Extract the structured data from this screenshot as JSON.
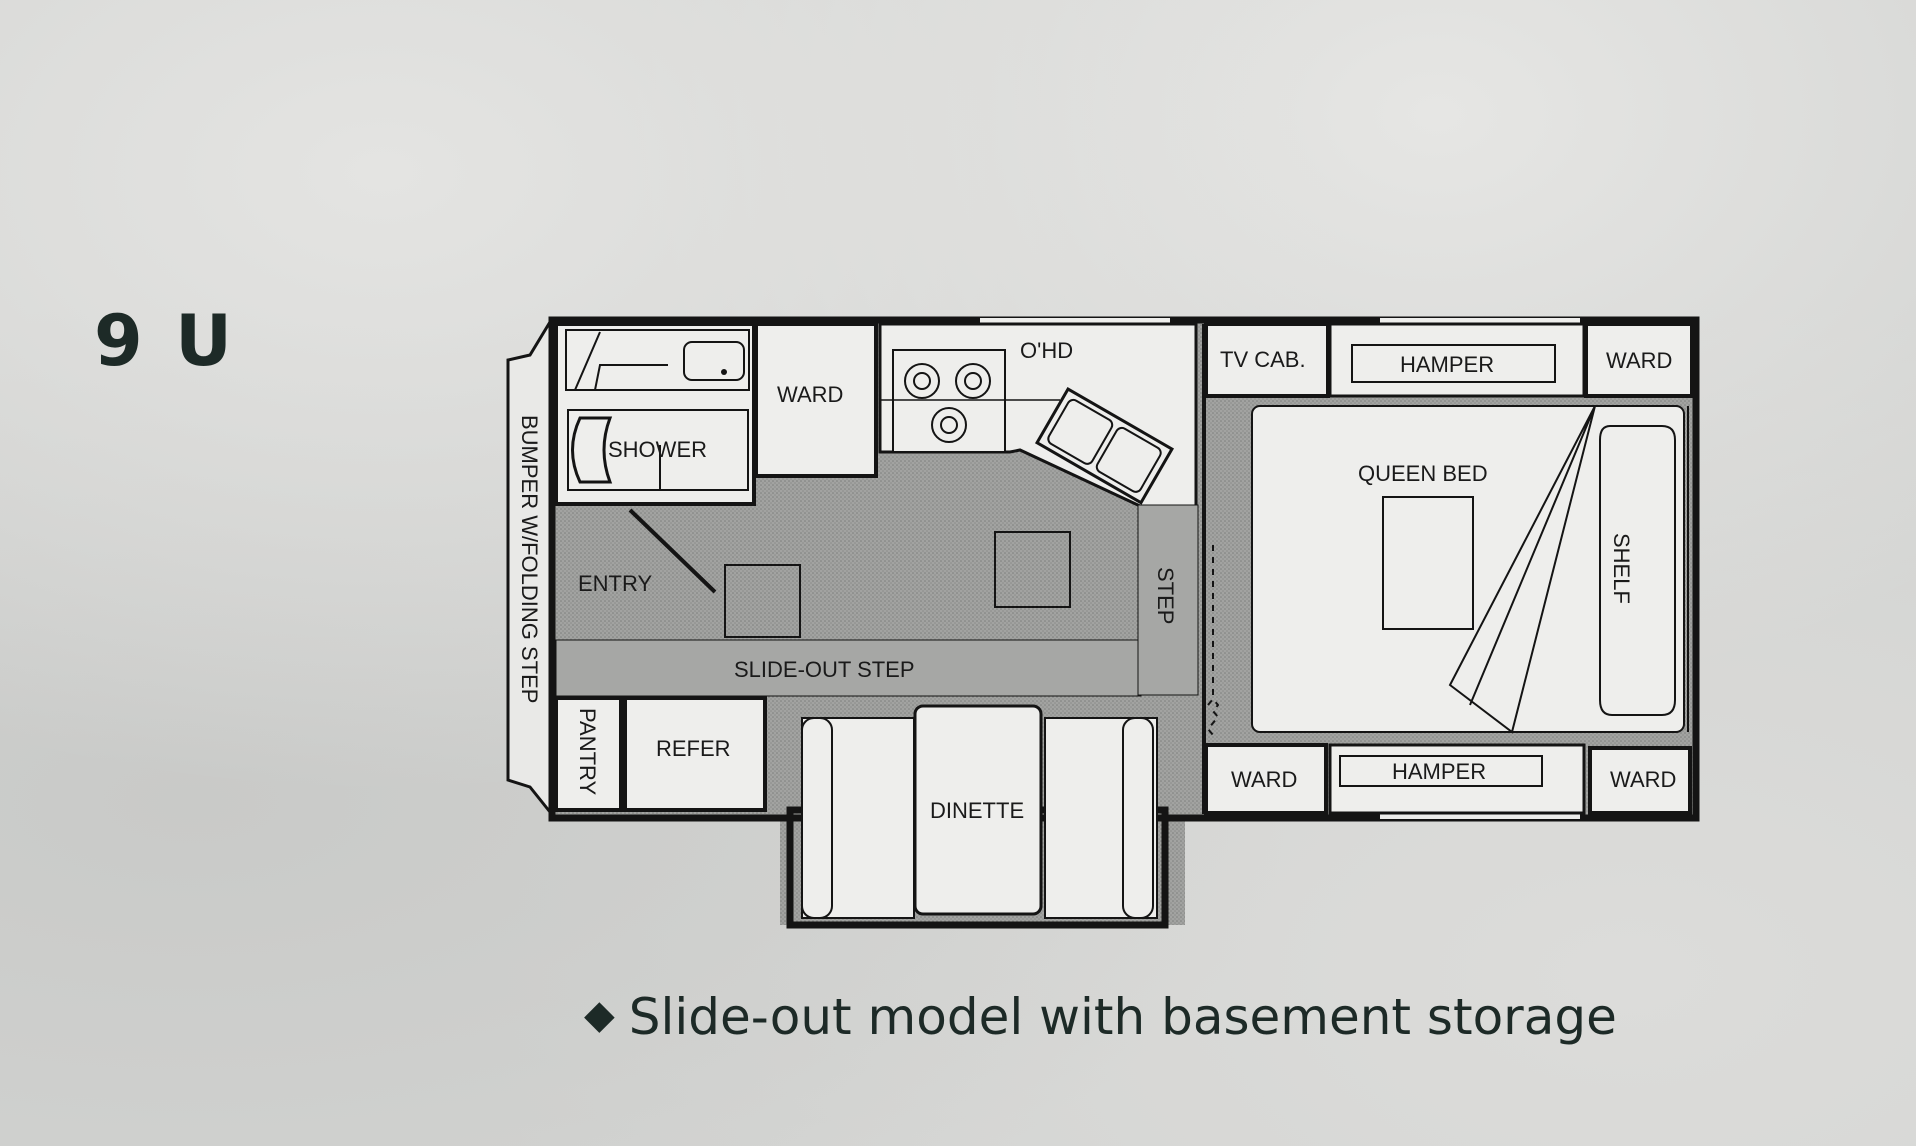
{
  "model": "9 U",
  "caption": "Slide-out model with basement storage",
  "caption_bullet": "◆",
  "rooms": {
    "bumper": "BUMPER W/FOLDING STEP",
    "shower": "SHOWER",
    "ward_front": "WARD",
    "ohd": "O'HD",
    "tv_cab": "TV CAB.",
    "hamper_top": "HAMPER",
    "ward_top_right": "WARD",
    "queen_bed": "QUEEN BED",
    "shelf": "SHELF",
    "entry": "ENTRY",
    "step": "STEP",
    "slide_out_step": "SLIDE-OUT STEP",
    "pantry": "PANTRY",
    "refer": "REFER",
    "dinette": "DINETTE",
    "ward_bottom_left": "WARD",
    "hamper_bottom": "HAMPER",
    "ward_bottom_right": "WARD"
  },
  "colors": {
    "wall": "#141414",
    "floor": "#9a9b99",
    "fixture": "#eeeeec",
    "text": "#1d2a27"
  }
}
